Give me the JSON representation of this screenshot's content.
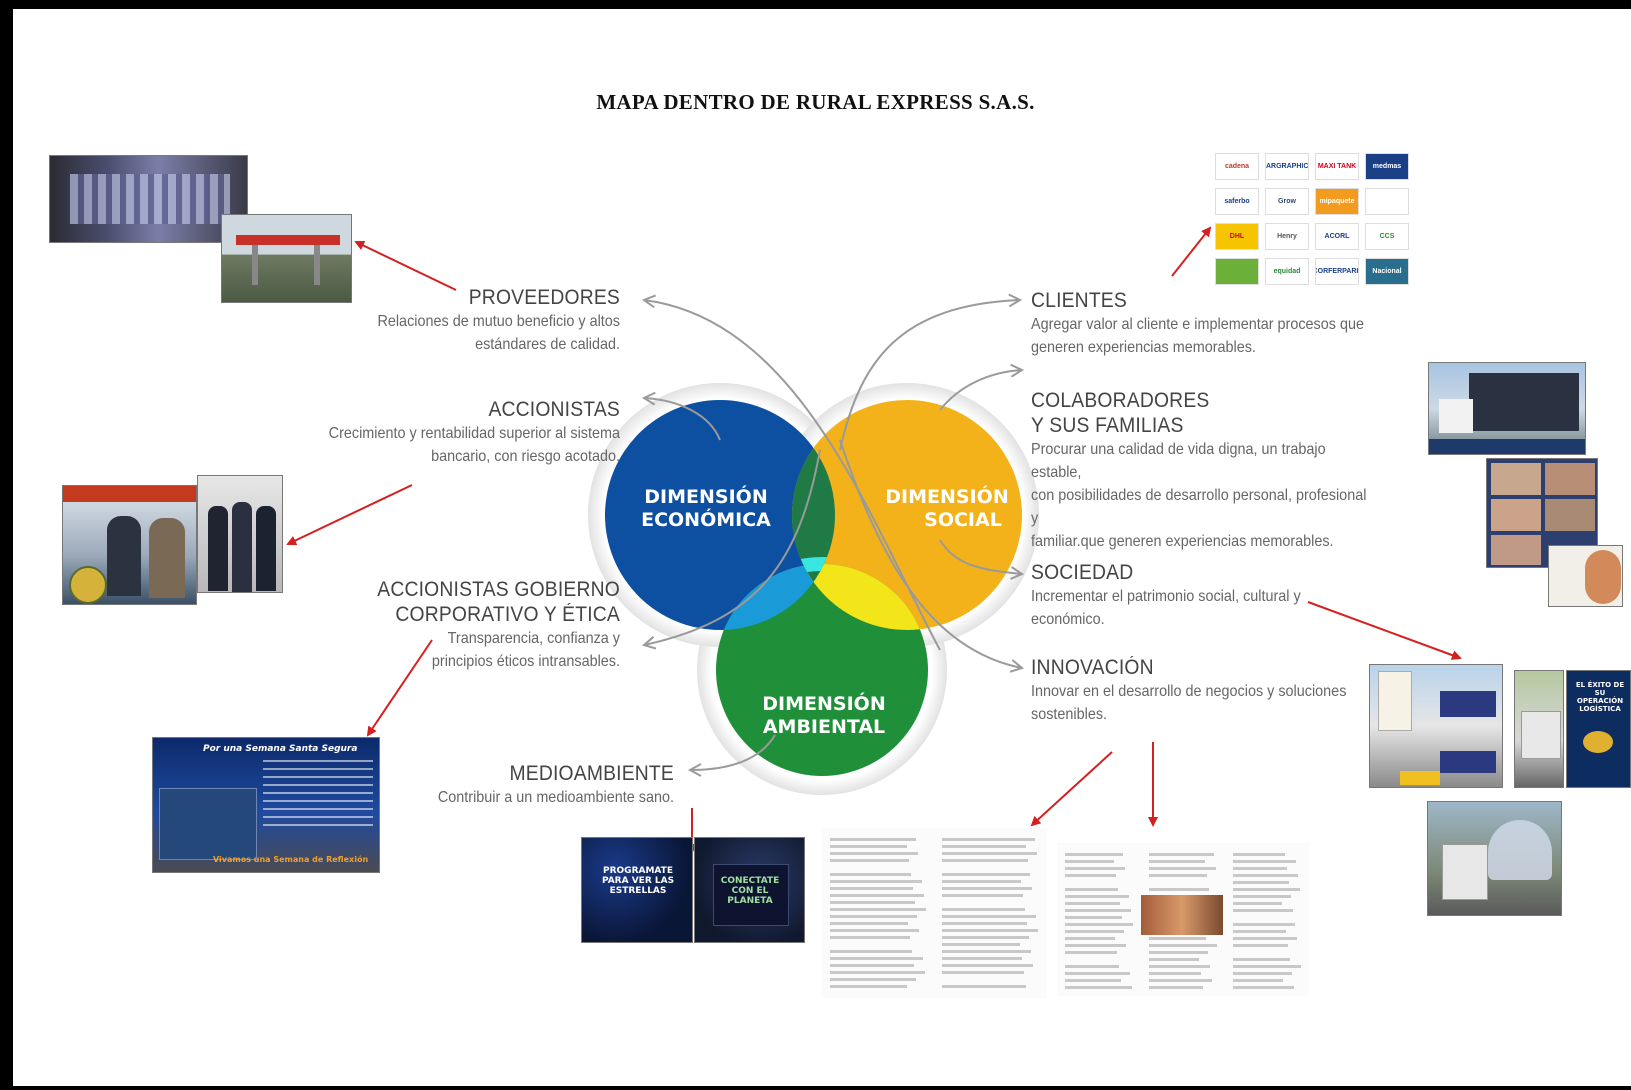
{
  "title": "MAPA DENTRO DE RURAL EXPRESS S.A.S.",
  "dimensions": {
    "economica": [
      "DIMENSIÓN",
      "ECONÓMICA"
    ],
    "social": [
      "DIMENSIÓN",
      "SOCIAL"
    ],
    "ambiental": [
      "DIMENSIÓN",
      "AMBIENTAL"
    ]
  },
  "colors": {
    "economica": "#0d4fa0",
    "social": "#f4b21a",
    "ambiental": "#1f8f3a",
    "arrow_red": "#d42020",
    "connector_gray": "#9a9a9a"
  },
  "stakeholders_left": [
    {
      "heading": [
        "PROVEEDORES"
      ],
      "desc": [
        "Relaciones de mutuo beneficio y altos",
        "estándares de calidad."
      ]
    },
    {
      "heading": [
        "ACCIONISTAS"
      ],
      "desc": [
        "Crecimiento y rentabilidad superior al sistema",
        "bancario, con riesgo acotado."
      ]
    },
    {
      "heading": [
        "ACCIONISTAS GOBIERNO",
        "CORPORATIVO Y ÉTICA"
      ],
      "desc": [
        "Transparencia, confianza y",
        "principios éticos intransables."
      ]
    },
    {
      "heading": [
        "MEDIOAMBIENTE"
      ],
      "desc": [
        "Contribuir a un medioambiente sano."
      ]
    }
  ],
  "stakeholders_right": [
    {
      "heading": [
        "CLIENTES"
      ],
      "desc": [
        "Agregar valor al cliente e implementar procesos que",
        "generen experiencias memorables."
      ]
    },
    {
      "heading": [
        "COLABORADORES",
        "Y SUS FAMILIAS"
      ],
      "desc": [
        "Procurar una calidad de vida digna, un trabajo estable,",
        "con posibilidades de desarrollo personal, profesional y",
        "familiar.que generen experiencias memorables."
      ]
    },
    {
      "heading": [
        "SOCIEDAD"
      ],
      "desc": [
        "Incrementar el patrimonio social, cultural y",
        "económico."
      ]
    },
    {
      "heading": [
        "INNOVACIÓN"
      ],
      "desc": [
        "Innovar en el desarrollo de negocios y soluciones",
        "sostenibles."
      ]
    }
  ],
  "client_logos": [
    "cadena",
    "CARGRAPHICS",
    "MAXI TANK",
    "medmas",
    "saferbo",
    "Grow",
    "mipaquete",
    "",
    "DHL",
    "Henry",
    "ACORL",
    "CCS",
    "",
    "equidad",
    "CORFERPARK",
    "Nacional"
  ],
  "posters": {
    "semana_santa": {
      "title": "Por una Semana Santa Segura",
      "footer": "Vivamos una Semana de Reflexión"
    },
    "estrellas": "PROGRAMATE PARA VER LAS ESTRELLAS",
    "planeta": "CONECTATE CON EL PLANETA",
    "operacion": "EL ÉXITO DE SU OPERACIÓN LOGÍSTICA"
  }
}
